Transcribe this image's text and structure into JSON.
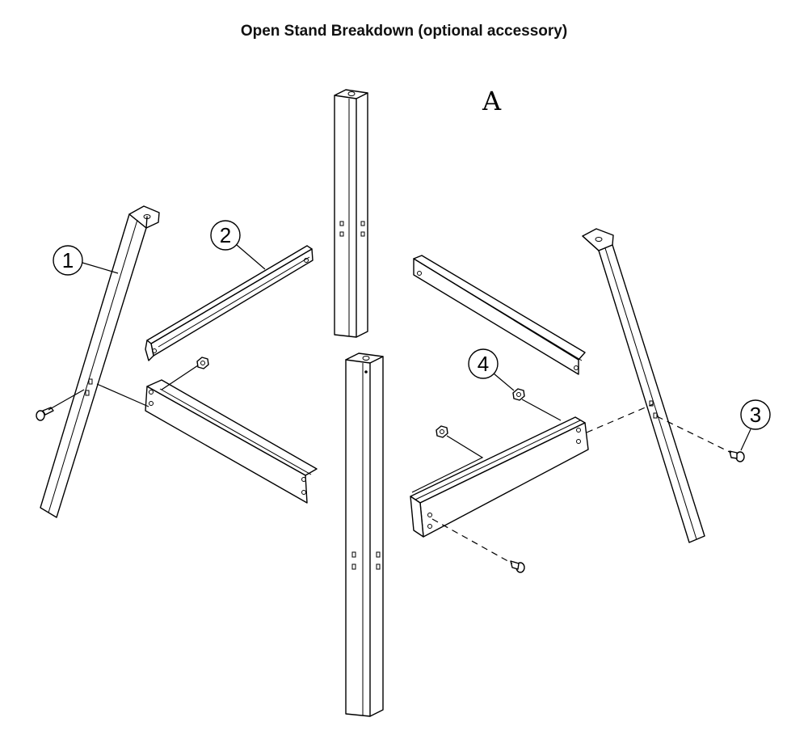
{
  "title": "Open Stand Breakdown (optional accessory)",
  "view_label": "A",
  "callouts": [
    {
      "label": "1"
    },
    {
      "label": "2"
    },
    {
      "label": "3"
    },
    {
      "label": "4"
    }
  ]
}
